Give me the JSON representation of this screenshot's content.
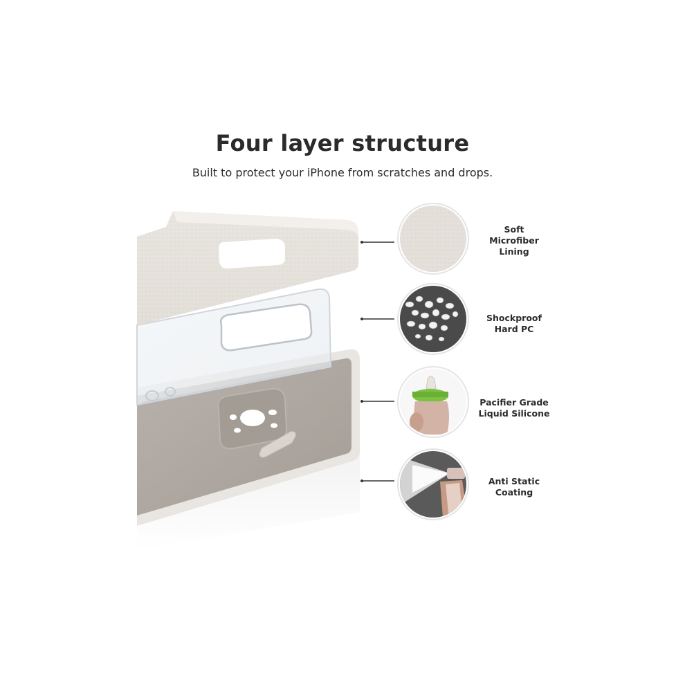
{
  "heading": {
    "title": "Four layer structure",
    "subtitle": "Built to protect your iPhone from scratches and drops."
  },
  "layers": [
    {
      "icon": "microfiber-texture-icon",
      "lines": [
        "Soft",
        "Microfiber",
        "Lining"
      ]
    },
    {
      "icon": "pc-granules-icon",
      "lines": [
        "Shockproof",
        "Hard PC"
      ]
    },
    {
      "icon": "baby-bottle-icon",
      "lines": [
        "Pacifier Grade",
        "Liquid Silicone"
      ]
    },
    {
      "icon": "spray-mist-icon",
      "lines": [
        "Anti Static",
        "Coating"
      ]
    }
  ],
  "colors": {
    "case": "#e8e4df",
    "case_inner": "#a9a29c",
    "text": "#2b2b2b",
    "bottle_accent": "#7cc242"
  }
}
